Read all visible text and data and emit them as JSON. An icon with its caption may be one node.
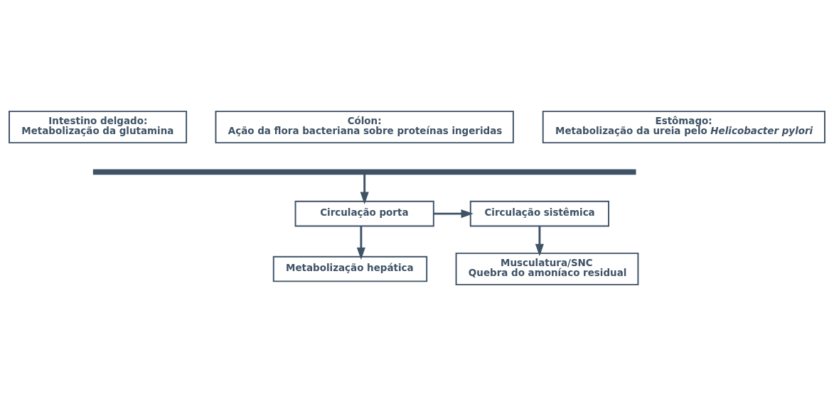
{
  "diagram": {
    "nodes": [
      {
        "text": [
          "Intestino delgado:",
          "Metabolização da glutamina"
        ]
      },
      {
        "text": [
          "Cólon:",
          "Ação da flora bacteriana sobre proteínas ingeridas"
        ]
      },
      {
        "text": [
          "Estômago:",
          "Metabolização da ureia pelo *Helicobacter pylori*"
        ]
      },
      {
        "text": [],
        "shape": "bar"
      },
      {
        "text": [
          "Circulação porta"
        ]
      },
      {
        "text": [
          "Circulação sistêmica"
        ]
      },
      {
        "text": [
          "Metabolização hepática"
        ]
      },
      {
        "text": [
          "Musculatura/SNC",
          "Quebra do amoníaco residual"
        ]
      }
    ],
    "edges": [
      {
        "from": 3,
        "to": 4,
        "arrow": "to"
      },
      {
        "from": 4,
        "to": 5,
        "arrow": "to"
      },
      {
        "from": 4,
        "to": 6,
        "arrow": "to"
      },
      {
        "from": 5,
        "to": 7,
        "arrow": "to"
      }
    ]
  }
}
